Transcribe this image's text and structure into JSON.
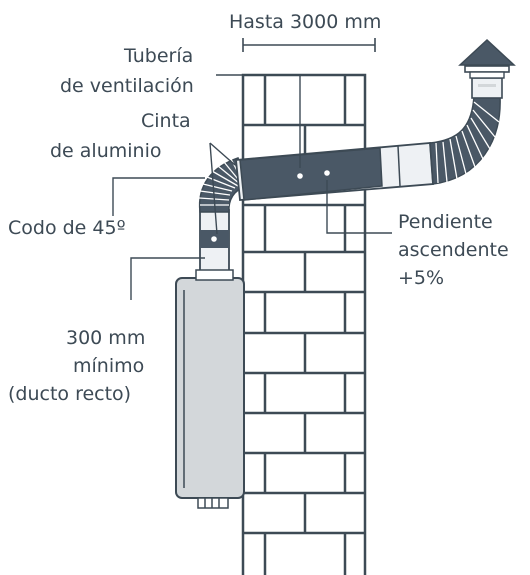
{
  "colors": {
    "ink": "#3d4a55",
    "pipe_dark": "#4a5866",
    "pipe_light": "#eef1f4",
    "heater_fill": "#d3d7da",
    "wall_fill": "#ffffff",
    "cap_fill": "#4a5866"
  },
  "labels": {
    "hasta": "Hasta 3000 mm",
    "tuberia_1": "Tubería",
    "tuberia_2": "de ventilación",
    "cinta_1": "Cinta",
    "cinta_2": "de aluminio",
    "codo": "Codo de 45º",
    "pendiente_1": "Pendiente",
    "pendiente_2": "ascendente",
    "pendiente_3": "+5%",
    "minimo_1": "300 mm",
    "minimo_2": "mínimo",
    "minimo_3": "(ducto recto)"
  },
  "icons": [
    "roof-vent-cap-icon",
    "water-heater-icon",
    "brick-wall-icon",
    "flexible-elbow-icon"
  ]
}
